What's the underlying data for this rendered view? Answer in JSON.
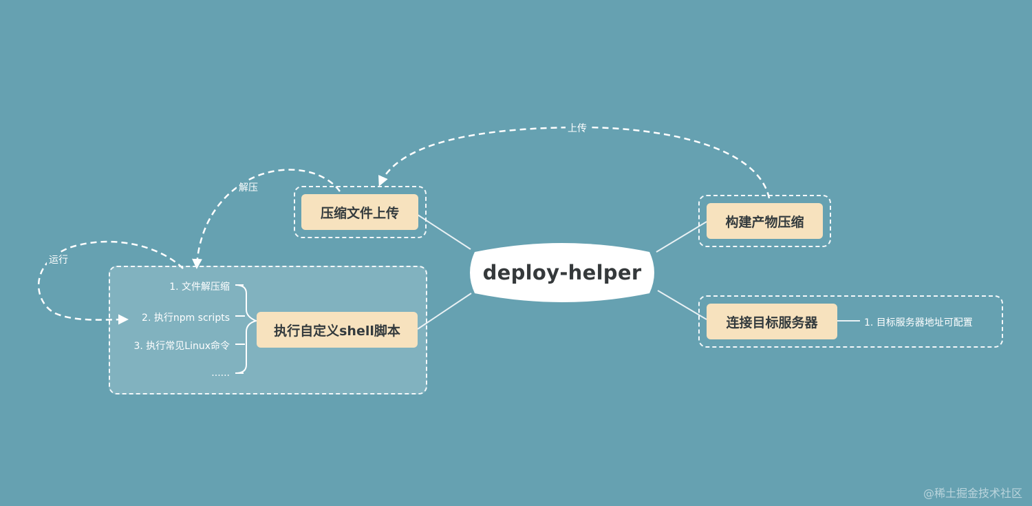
{
  "center": {
    "label": "deploy-helper"
  },
  "branches": {
    "compress_upload": {
      "label": "压缩文件上传"
    },
    "build_compress": {
      "label": "构建产物压缩"
    },
    "connect_server": {
      "label": "连接目标服务器",
      "details": [
        "1. 目标服务器地址可配置"
      ]
    },
    "run_shell": {
      "label": "执行自定义shell脚本",
      "details": [
        "1. 文件解压缩",
        "2. 执行npm scripts",
        "3. 执行常见Linux命令",
        "......"
      ]
    }
  },
  "edge_labels": {
    "upload": "上传",
    "unzip": "解压",
    "run": "运行"
  },
  "watermark": "@稀土掘金技术社区",
  "colors": {
    "background": "#66a1b1",
    "node_fill": "#f7e2be",
    "center_fill": "#ffffff",
    "line": "#f4f8fa"
  }
}
